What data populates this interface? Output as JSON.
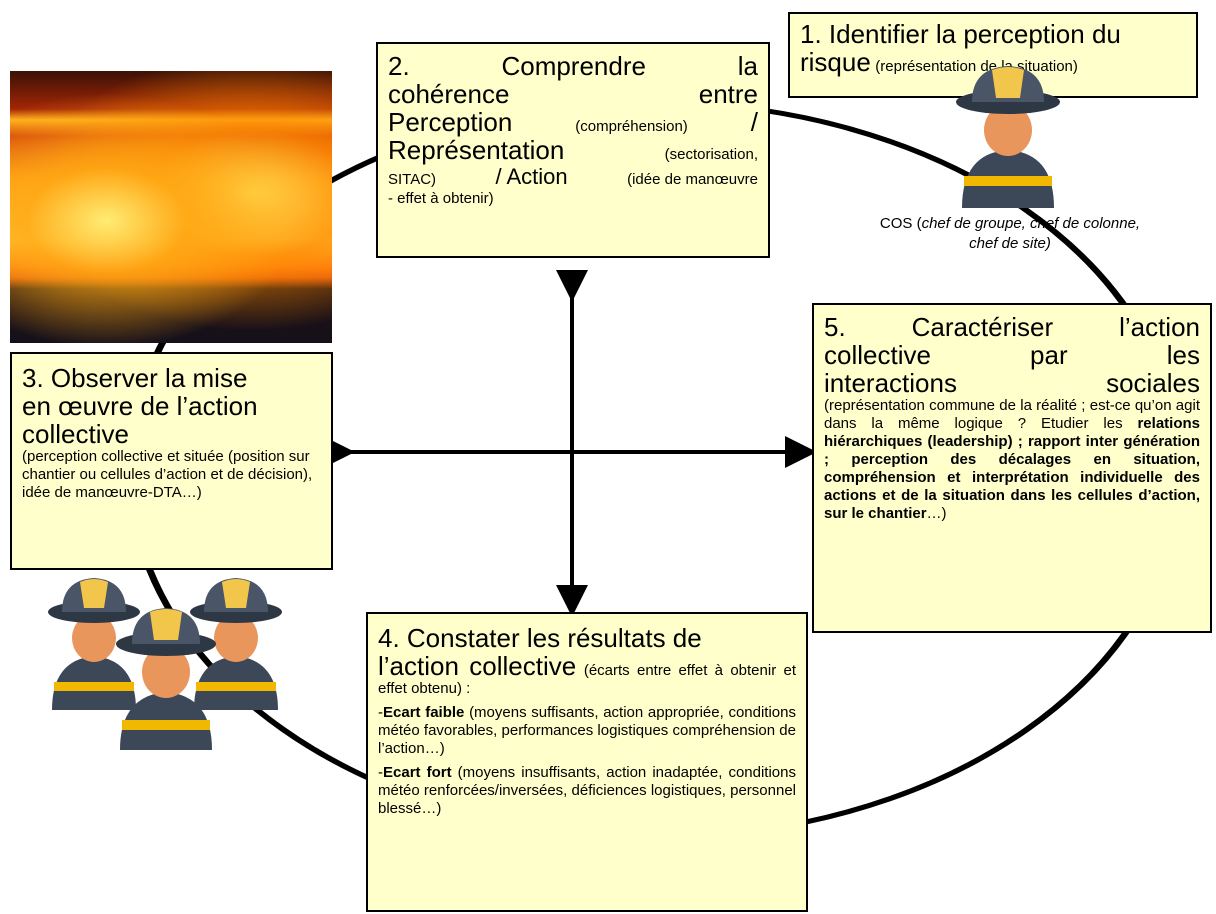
{
  "box1": {
    "title": "1. Identifier la perception du",
    "title2": "risque",
    "sub": "(représentation de la situation)"
  },
  "box2": {
    "l1a": "2.",
    "l1b": "Comprendre",
    "l1c": "la",
    "l2a": "cohérence",
    "l2b": "entre",
    "l3a": "Perception",
    "l3b": "(compréhension)",
    "l3c": "/",
    "l4a": "Représentation",
    "l4b": "(sectorisation,",
    "l5a": "SITAC)",
    "l5b": "/ Action",
    "l5c": "(idée de manœuvre",
    "l6": "- effet à obtenir)"
  },
  "box3": {
    "l1": "3. Observer la mise",
    "l2": "en œuvre de l’action",
    "l3": "collective",
    "sub": "(perception collective et située (position sur chantier ou cellules d’action et de décision), idée de manœuvre-DTA…)"
  },
  "box4": {
    "l1": "4. Constater les résultats de",
    "l2": "l’action collective",
    "l2sub": "(écarts entre effet à obtenir et effet obtenu) :",
    "item1_bold": "Ecart faible",
    "item1_text": "(moyens suffisants, action appropriée, conditions météo favorables, performances logistiques compréhension de l’action…)",
    "item2_bold": "Ecart fort",
    "item2_text": "(moyens insuffisants, action inadaptée, conditions météo renforcées/inversées, déficiences logistiques, personnel blessé…)"
  },
  "box5": {
    "l1a": "5.",
    "l1b": "Caractériser",
    "l1c": "l’action",
    "l2a": "collective",
    "l2b": "par",
    "l2c": "les",
    "l3a": "interactions",
    "l3b": "sociales",
    "sub1": "(représentation commune de la réalité ; est-ce qu’on agit dans la même logique ? Etudier les",
    "bold": "relations hiérarchiques (leadership) ; rapport inter génération ; perception des décalages en situation, compréhension et interprétation individuelle des actions et de la situation dans les cellules d’action, sur le chantier",
    "sub2": "…)"
  },
  "cos": {
    "prefix": "COS (",
    "italic": "chef de groupe, chef de colonne, chef de site)"
  },
  "colors": {
    "box_fill": "#ffffcc",
    "border": "#000000",
    "helmet": "#3c4757",
    "skin": "#e8965c",
    "stripe": "#f2b800"
  }
}
